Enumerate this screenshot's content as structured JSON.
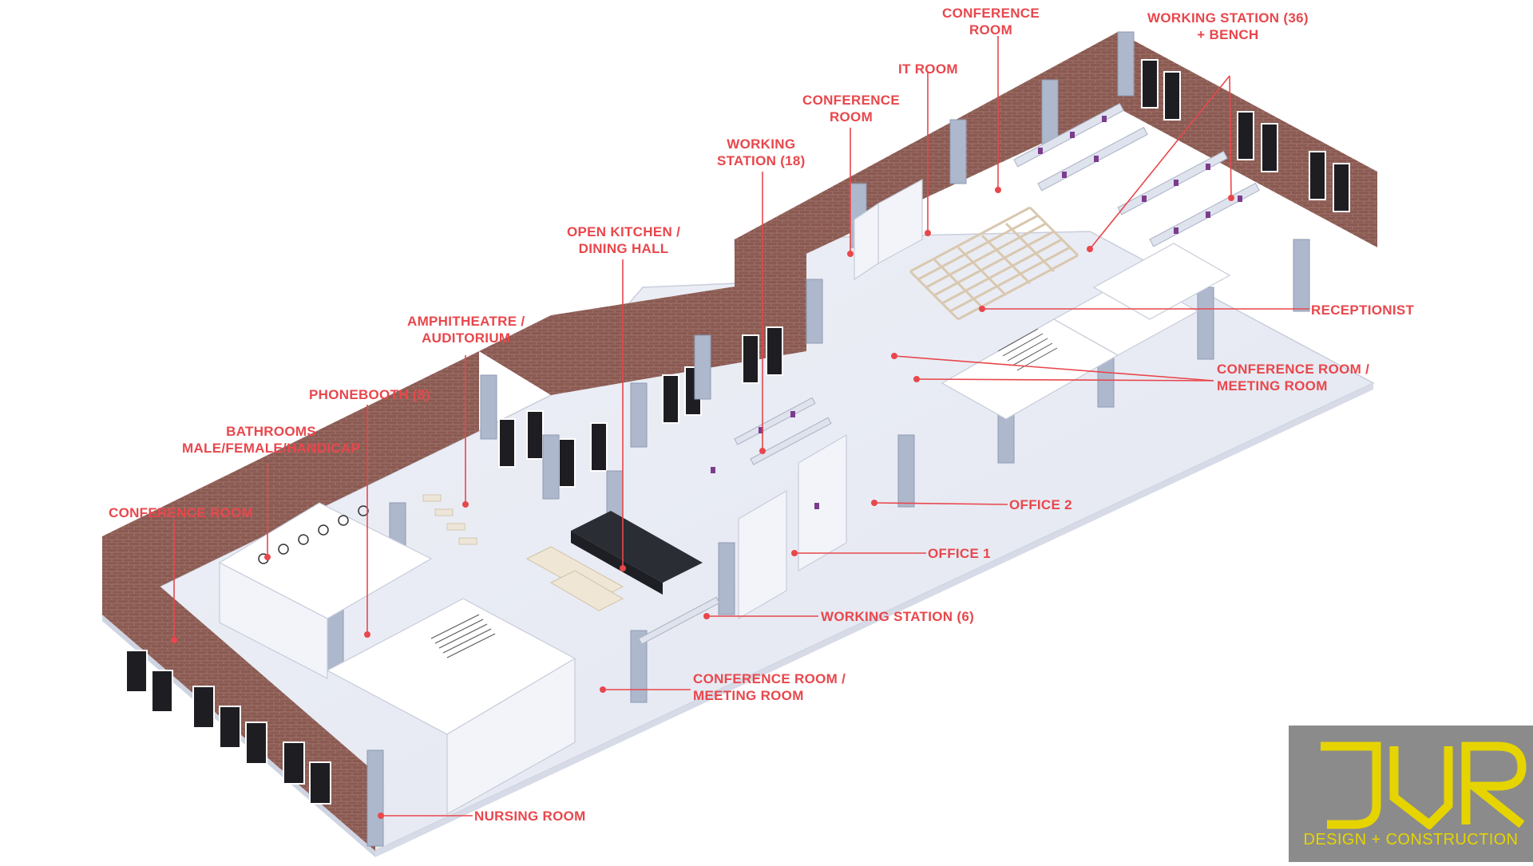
{
  "labels": {
    "conference_room_top": [
      "CONFERENCE",
      "ROOM"
    ],
    "working_station_36": [
      "WORKING STATION (36)",
      "+ BENCH"
    ],
    "it_room": "IT ROOM",
    "conference_room_mid": [
      "CONFERENCE",
      "ROOM"
    ],
    "working_station_18": [
      "WORKING",
      "STATION (18)"
    ],
    "open_kitchen": [
      "OPEN KITCHEN /",
      "DINING HALL"
    ],
    "amphitheatre": [
      "AMPHITHEATRE /",
      "AUDITORIUM"
    ],
    "phonebooth": "PHONEBOOTH (8)",
    "bathrooms": [
      "BATHROOMS",
      "MALE/FEMALE/HANDICAP"
    ],
    "conference_room_left": "CONFERENCE ROOM",
    "receptionist": "RECEPTIONIST",
    "meeting_room_right": [
      "CONFERENCE ROOM /",
      "MEETING ROOM"
    ],
    "office_2": "OFFICE 2",
    "office_1": "OFFICE 1",
    "working_station_6": "WORKING STATION (6)",
    "meeting_room_bottom": [
      "CONFERENCE ROOM /",
      "MEETING ROOM"
    ],
    "nursing_room": "NURSING ROOM"
  },
  "logo": {
    "word": "JVR",
    "subtitle": "DESIGN + CONSTRUCTION"
  },
  "colors": {
    "label_red": "#e8474c",
    "brick": "#8a5a52",
    "floor": "#e9ecf4",
    "logo_bg": "#8b8b8b",
    "logo_yellow": "#e6d400"
  }
}
